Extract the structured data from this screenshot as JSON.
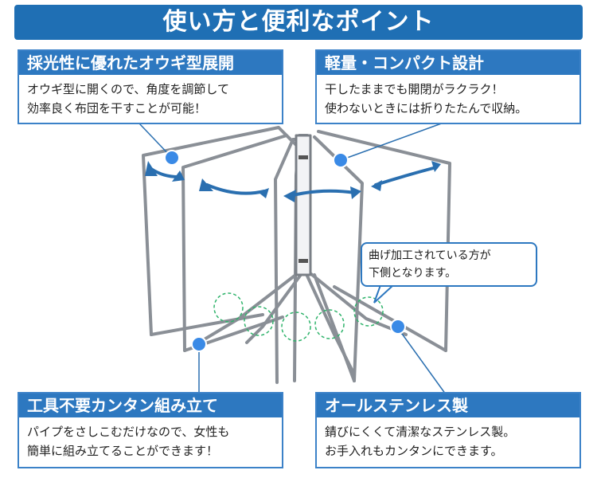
{
  "title": "使い方と便利なポイント",
  "colors": {
    "accent": "#1f6fb4",
    "box_head": "#2d78c0",
    "border": "#3c82c8",
    "dot": "#3a8ae6",
    "arrow": "#2a6fb0",
    "frame": "#8a8f96",
    "highlight": "#2fb36b"
  },
  "features": [
    {
      "heading": "採光性に優れたオウギ型展開",
      "lines": [
        "オウギ型に開くので、角度を調節して",
        "効率良く布団を干すことが可能！"
      ]
    },
    {
      "heading": "軽量・コンパクト設計",
      "lines": [
        "干したままでも開閉がラクラク！",
        "使わないときには折りたたんで収納。"
      ]
    },
    {
      "heading": "工具不要カンタン組み立て",
      "lines": [
        "パイプをさしこむだけなので、女性も",
        "簡単に組み立てることができます！"
      ]
    },
    {
      "heading": "オールステンレス製",
      "lines": [
        "錆びにくくて清潔なステンレス製。",
        "お手入れもカンタンにできます。"
      ]
    }
  ],
  "callout": {
    "lines": [
      "曲げ加工されている方が",
      "下側となります。"
    ]
  },
  "illustration": {
    "name": "folding-futon-drying-rack",
    "icons": [
      "rotate-arrow-icon",
      "feature-pointer-dot-icon"
    ]
  }
}
